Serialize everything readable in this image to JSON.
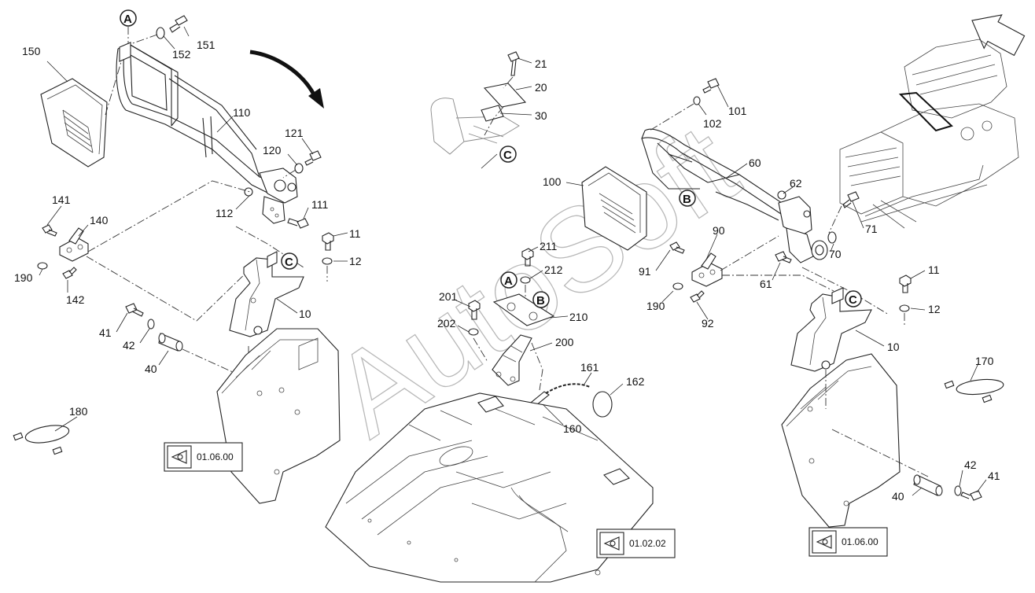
{
  "parts": {
    "p150": "150",
    "p151": "151",
    "p152": "152",
    "p110": "110",
    "p121": "121",
    "p120": "120",
    "p111": "111",
    "p112": "112",
    "p141": "141",
    "p140": "140",
    "p190a": "190",
    "p142": "142",
    "p11a": "11",
    "p12a": "12",
    "p10a": "10",
    "p41a": "41",
    "p42a": "42",
    "p40a": "40",
    "p180": "180",
    "p21": "21",
    "p20": "20",
    "p30": "30",
    "p211": "211",
    "p212": "212",
    "p201": "201",
    "p202": "202",
    "p210": "210",
    "p200": "200",
    "p161": "161",
    "p162": "162",
    "p160": "160",
    "p101": "101",
    "p102": "102",
    "p60": "60",
    "p100": "100",
    "p62": "62",
    "p71": "71",
    "p70": "70",
    "p90": "90",
    "p91": "91",
    "p61": "61",
    "p190b": "190",
    "p92": "92",
    "p11b": "11",
    "p12b": "12",
    "p10b": "10",
    "p170": "170",
    "p42b": "42",
    "p41b": "41",
    "p40b": "40"
  },
  "markers": {
    "a_left": "A",
    "c_left": "C",
    "c_top": "C",
    "a_mid": "A",
    "b_mid": "B",
    "b_right": "B",
    "c_right": "C"
  },
  "references": {
    "ref_left": "01.06.00",
    "ref_mid": "01.02.02",
    "ref_right": "01.06.00"
  },
  "watermark": "AutoSoft"
}
